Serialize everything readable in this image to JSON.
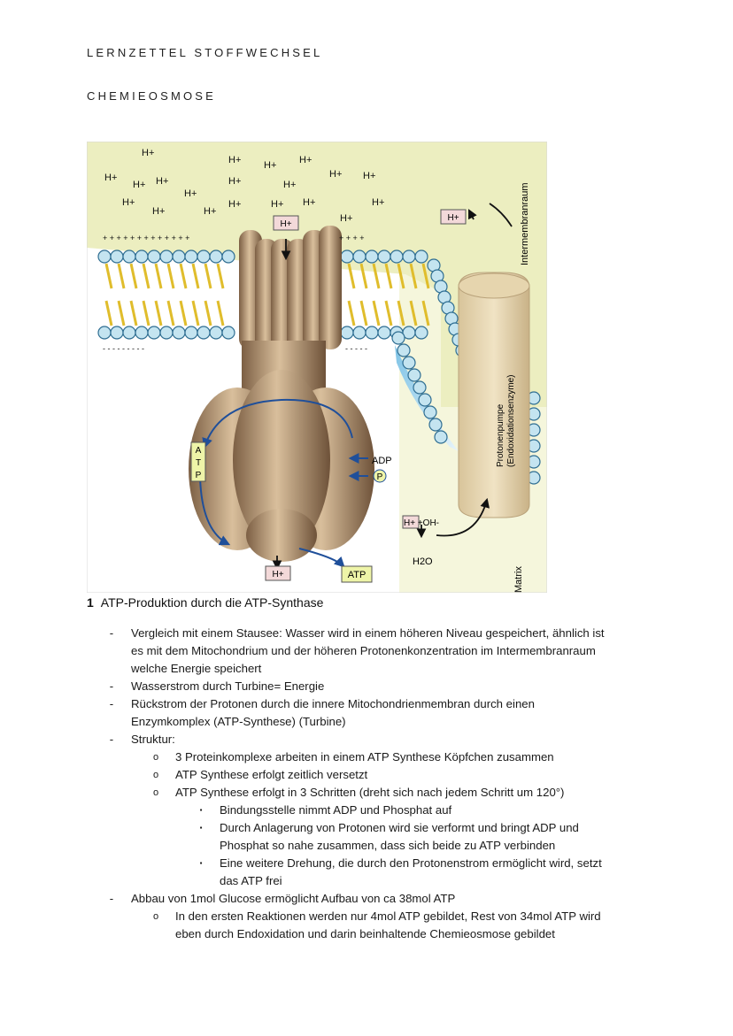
{
  "header": {
    "title": "LERNZETTEL STOFFWECHSEL",
    "section": "CHEMIEOSMOSE"
  },
  "figure": {
    "caption_number": "1",
    "caption_text": "ATP-Produktion durch die ATP-Synthase",
    "labels": {
      "proton": "H+",
      "intermembrane": "Intermembranraum",
      "matrix": "Matrix",
      "pump_line1": "Protonenpumpe",
      "pump_line2": "(Endoxidationsenzyme)",
      "adp": "ADP",
      "phosphate": "P",
      "atp": "ATP",
      "atp_vertical": [
        "A",
        "T",
        "P"
      ],
      "water_split": "H+ +OH-",
      "water": "H2O"
    },
    "colors": {
      "space": "#eceec0",
      "matrix": "#ffffff",
      "protein": "#a08366",
      "lipid_head": "#bfe0ec",
      "tail": "#e8c83c",
      "arrow": "#1f4f9a"
    }
  },
  "notes": [
    {
      "level": 1,
      "marker": "-",
      "lines": [
        "Vergleich mit einem Stausee: Wasser wird in einem höheren Niveau gespeichert, ähnlich ist",
        "es mit dem Mitochondrium und der höheren Protonenkonzentration im Intermembranraum",
        "welche Energie speichert"
      ]
    },
    {
      "level": 1,
      "marker": "-",
      "lines": [
        "Wasserstrom durch Turbine= Energie"
      ]
    },
    {
      "level": 1,
      "marker": "-",
      "lines": [
        "Rückstrom der Protonen durch die innere Mitochondrienmembran durch einen",
        "Enzymkomplex (ATP-Synthese) (Turbine)"
      ]
    },
    {
      "level": 1,
      "marker": "-",
      "lines": [
        "Struktur:"
      ]
    },
    {
      "level": 2,
      "marker": "o",
      "lines": [
        "3 Proteinkomplexe arbeiten in einem ATP Synthese Köpfchen zusammen"
      ]
    },
    {
      "level": 2,
      "marker": "o",
      "lines": [
        "ATP Synthese erfolgt zeitlich versetzt"
      ]
    },
    {
      "level": 2,
      "marker": "o",
      "lines": [
        "ATP Synthese erfolgt in 3 Schritten (dreht sich nach jedem Schritt um 120°)"
      ]
    },
    {
      "level": 3,
      "marker": "▪",
      "lines": [
        "Bindungsstelle nimmt ADP und Phosphat auf"
      ]
    },
    {
      "level": 3,
      "marker": "▪",
      "lines": [
        "Durch Anlagerung von Protonen wird sie verformt und bringt ADP und",
        "Phosphat so nahe zusammen, dass sich beide zu ATP verbinden"
      ]
    },
    {
      "level": 3,
      "marker": "▪",
      "lines": [
        "Eine weitere Drehung, die durch den Protonenstrom ermöglicht wird, setzt",
        "das ATP frei"
      ]
    },
    {
      "level": 1,
      "marker": "-",
      "lines": [
        "Abbau von 1mol Glucose ermöglicht Aufbau von ca 38mol ATP"
      ]
    },
    {
      "level": 2,
      "marker": "o",
      "lines": [
        "In den ersten Reaktionen werden nur 4mol ATP gebildet, Rest von 34mol ATP wird",
        "eben durch Endoxidation und darin beinhaltende Chemieosmose gebildet"
      ]
    }
  ]
}
